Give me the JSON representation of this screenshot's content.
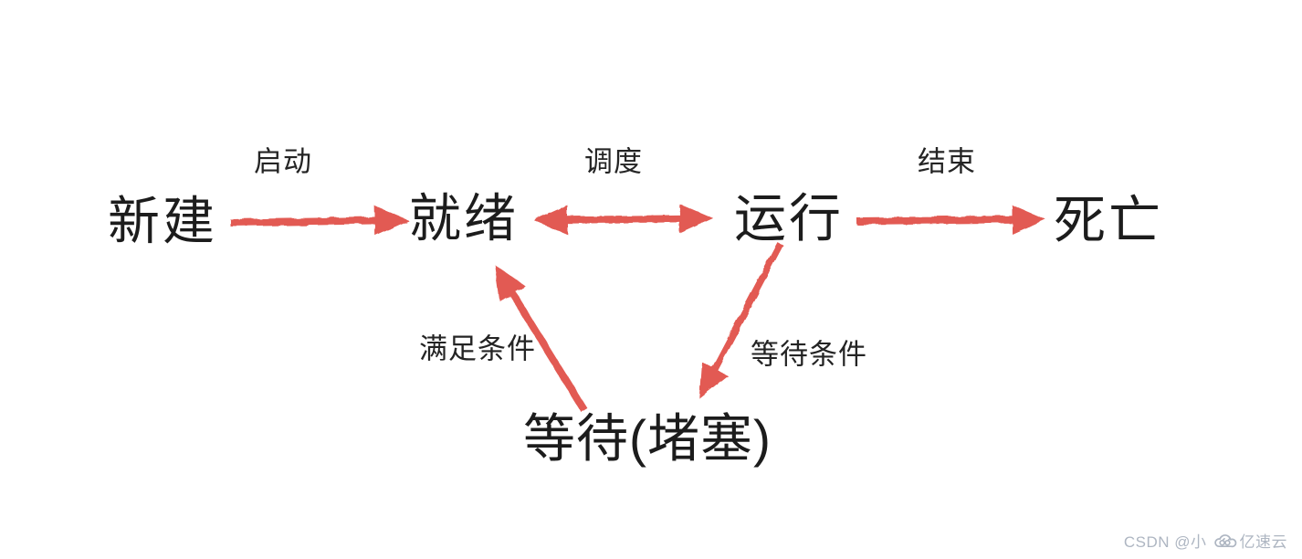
{
  "page": {
    "background_color": "#ffffff"
  },
  "diagram": {
    "type": "state-transition-diagram",
    "subject": "thread lifecycle states",
    "arrow_color": "#e25a52",
    "text_color": "#1c1c1c",
    "nodes": [
      {
        "id": "new",
        "label": "新建"
      },
      {
        "id": "ready",
        "label": "就绪"
      },
      {
        "id": "running",
        "label": "运行"
      },
      {
        "id": "dead",
        "label": "死亡"
      },
      {
        "id": "waiting",
        "label": "等待(堵塞)"
      }
    ],
    "edges": [
      {
        "from": "新建",
        "to": "就绪",
        "label": "启动",
        "arrow": "single"
      },
      {
        "from": "就绪",
        "to": "运行",
        "label": "调度",
        "arrow": "double"
      },
      {
        "from": "运行",
        "to": "死亡",
        "label": "结束",
        "arrow": "single"
      },
      {
        "from": "等待(堵塞)",
        "to": "就绪",
        "label": "满足条件",
        "arrow": "single"
      },
      {
        "from": "运行",
        "to": "等待(堵塞)",
        "label": "等待条件",
        "arrow": "single"
      }
    ]
  },
  "watermark": {
    "text": "CSDN @小",
    "brand": "亿速云",
    "icon": "yisu-cloud-logo",
    "color": "#aeb6c2"
  }
}
